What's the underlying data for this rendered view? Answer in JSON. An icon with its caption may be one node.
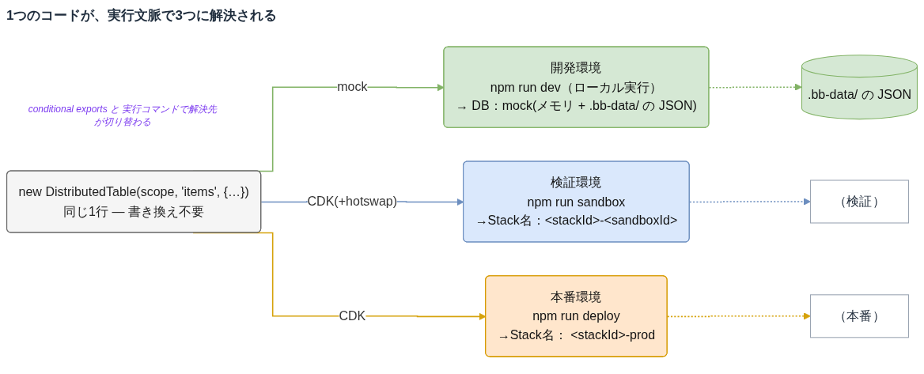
{
  "diagram": {
    "title": "1つのコードが、実行文脈で3つに解決される",
    "nodes": [
      {
        "text": [
          "new DistributedTable(scope, 'items', {…})",
          "同じ1行 — 書き換え不要"
        ]
      },
      {
        "text": [
          "開発環境",
          "npm run dev（ローカル実行）",
          "→ DB：mock(メモリ + .bb-data/ の JSON)"
        ]
      },
      {
        "text": [
          ".bb-data/ の JSON"
        ]
      },
      {
        "text": [
          "検証環境",
          "npm run sandbox",
          "→Stack名：<stackId>-<sandboxId>"
        ]
      },
      {
        "text": [
          "（検証）"
        ]
      },
      {
        "text": [
          "本番環境",
          "npm run deploy",
          "→Stack名： <stackId>-prod"
        ]
      },
      {
        "text": [
          "（本番）"
        ]
      }
    ],
    "edges": [
      {
        "from": 0,
        "to": 1,
        "arrow": "to",
        "label": "mock",
        "color": "#82b366"
      },
      {
        "from": 1,
        "to": 2,
        "arrow": "to",
        "style": "dashed",
        "color": "#82b366"
      },
      {
        "from": 0,
        "to": 3,
        "arrow": "to",
        "label": "CDK(+hotswap)",
        "color": "#6c8ebf"
      },
      {
        "from": 3,
        "to": 4,
        "arrow": "to",
        "style": "dashed",
        "color": "#6c8ebf"
      },
      {
        "from": 0,
        "to": 5,
        "arrow": "to",
        "label": "CDK",
        "color": "#d6a20a"
      },
      {
        "from": 5,
        "to": 6,
        "arrow": "to",
        "style": "dashed",
        "color": "#d6a20a"
      }
    ],
    "labels": [
      "conditional exports と 実行コマンドで解決先が切り替わる"
    ]
  }
}
